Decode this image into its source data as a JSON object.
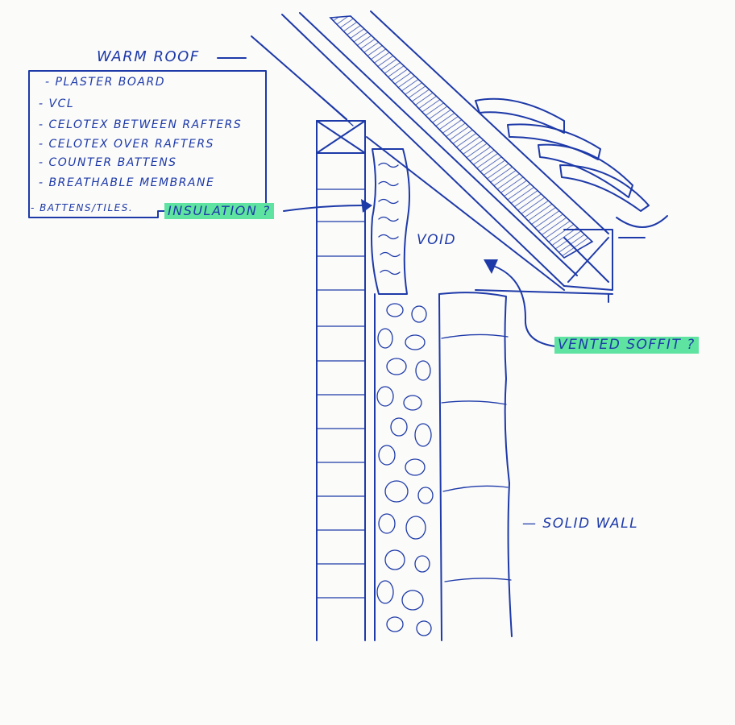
{
  "labels": {
    "warm_roof": "WARM ROOF",
    "layers": [
      "- PLASTER BOARD",
      "- VCL",
      "- CELOTEX BETWEEN RAFTERS",
      "- CELOTEX OVER RAFTERS",
      "- COUNTER BATTENS",
      "- BREATHABLE MEMBRANE",
      "- BATTENS/TILES."
    ],
    "insulation": "INSULATION ?",
    "void": "VOID",
    "vented_soffit": "VENTED SOFFIT ?",
    "solid_wall": "— SOLID WALL"
  },
  "colors": {
    "ink": "#1e3aa8",
    "highlight": "#5fe3a0",
    "paper": "#fbfbfa"
  }
}
